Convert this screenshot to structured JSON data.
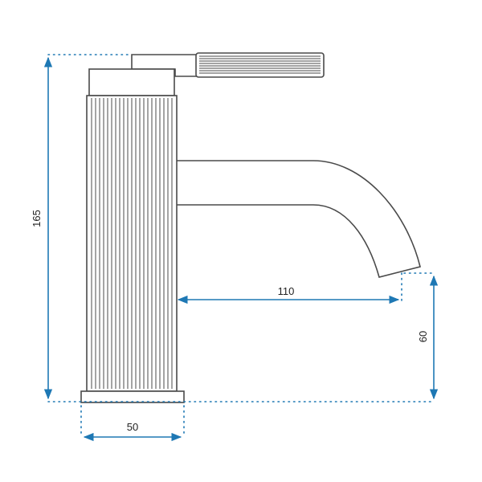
{
  "colors": {
    "outline": "#4a4a4a",
    "dimension": "#1e78b4",
    "text": "#222222",
    "background": "#ffffff"
  },
  "dimensions": {
    "total_height": "165",
    "spout_reach": "110",
    "spout_height": "60",
    "base_width": "50"
  }
}
